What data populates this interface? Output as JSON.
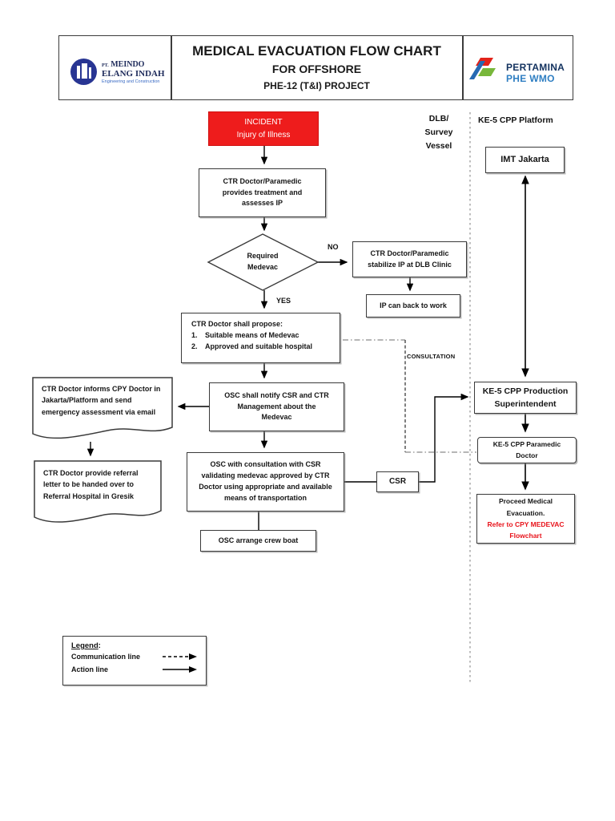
{
  "header": {
    "title_line1": "MEDICAL EVACUATION FLOW CHART",
    "title_line2": "FOR OFFSHORE",
    "title_line3": "PHE-12 (T&I) PROJECT",
    "left_logo": {
      "pt": "PT.",
      "name_line1": "MEINDO",
      "name_line2": "ELANG INDAH",
      "tagline": "Engineering and Construction"
    },
    "right_logo": {
      "brand": "PERTAMINA",
      "sub": "PHE WMO"
    }
  },
  "columns": {
    "dlb_line1": "DLB/",
    "dlb_line2": "Survey",
    "dlb_line3": "Vessel",
    "platform": "KE-5 CPP Platform"
  },
  "nodes": {
    "incident": {
      "line1": "INCIDENT",
      "line2": "Injury of Illness"
    },
    "treatment": "CTR Doctor/Paramedic provides treatment and assesses IP",
    "decision": {
      "line1": "Required",
      "line2": "Medevac"
    },
    "stabilize": "CTR Doctor/Paramedic stabilize IP at DLB Clinic",
    "back_to_work": "IP can back to work",
    "propose": {
      "title": "CTR Doctor shall propose:",
      "item1_num": "1.",
      "item1": "Suitable means of Medevac",
      "item2_num": "2.",
      "item2": "Approved and suitable hospital"
    },
    "notify": "OSC shall notify CSR and CTR Management about the Medevac",
    "informs": "CTR Doctor informs CPY Doctor in Jakarta/Platform and send emergency assessment via email",
    "referral": "CTR Doctor provide referral letter to be handed over to Referral Hospital in Gresik",
    "validate": "OSC with consultation with CSR validating medevac approved by CTR Doctor using appropriate and available means of transportation",
    "crew_boat": "OSC arrange crew boat",
    "csr": "CSR",
    "imt": "IMT Jakarta",
    "superintendent": "KE-5 CPP Production Superintendent",
    "paramedic": "KE-5 CPP Paramedic Doctor",
    "proceed": {
      "line1": "Proceed Medical",
      "line2": "Evacuation.",
      "line3": "Refer to CPY MEDEVAC",
      "line4": "Flowchart"
    }
  },
  "labels": {
    "no": "NO",
    "yes": "YES",
    "consultation": "CONSULTATION"
  },
  "legend": {
    "title": "Legend",
    "colon": ":",
    "communication": "Communication line",
    "action": "Action line"
  },
  "colors": {
    "incident_red": "#ee1c1c",
    "alert_text_red": "#e8131b",
    "pertamina_navy": "#13325f",
    "pertamina_blue": "#2e7ec2",
    "logo_red": "#e2231a",
    "logo_green": "#78b73a",
    "logo_blue": "#2569b3",
    "meindo_navy": "#283593"
  }
}
